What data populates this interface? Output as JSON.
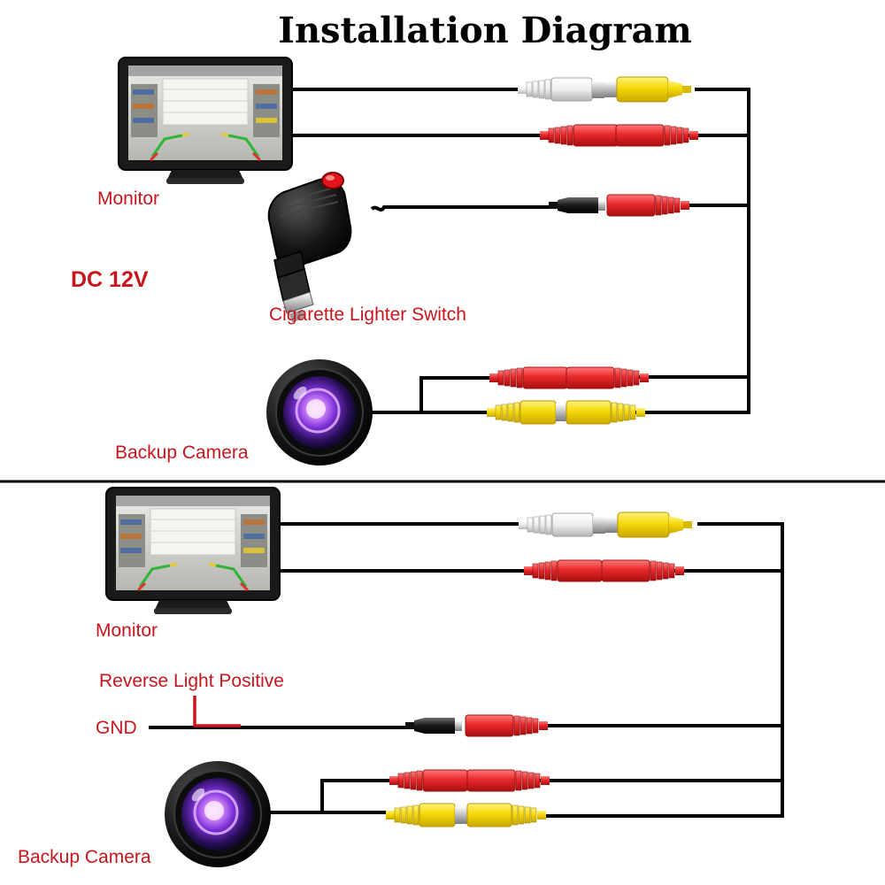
{
  "title": "Installation Diagram",
  "wiring_option_1": {
    "monitor_label": "Monitor",
    "power_label": "DC 12V",
    "lighter_label": "Cigarette Lighter Switch",
    "camera_label": "Backup Camera"
  },
  "wiring_option_2": {
    "monitor_label": "Monitor",
    "reverse_label": "Reverse Light Positive",
    "gnd_label": "GND",
    "camera_label": "Backup Camera"
  },
  "colors": {
    "label_red": "#c8161d",
    "wire": "#000000",
    "rca_yellow": "#f5d90a",
    "rca_red": "#e8282b",
    "rca_white": "#eeeeee",
    "power_black": "#1a1a1a"
  }
}
